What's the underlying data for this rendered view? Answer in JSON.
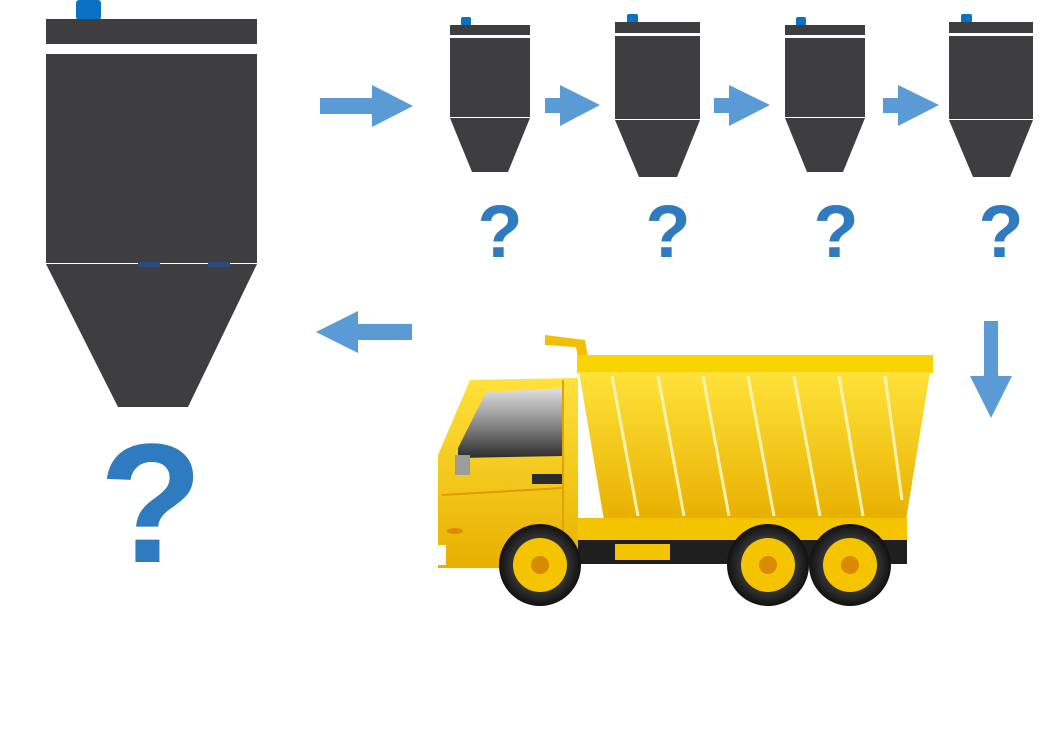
{
  "colors": {
    "silo_body": "#3e3e40",
    "silo_cap": "#0a72c3",
    "arrow": "#5b9bd5",
    "question_mark": "#2f7bbf",
    "truck_yellow": "#f5c400",
    "truck_dark": "#1f1f1f",
    "background": "#ffffff"
  },
  "large_silo": {
    "question_mark": "?"
  },
  "small_silos": [
    {
      "question_mark": "?"
    },
    {
      "question_mark": "?"
    },
    {
      "question_mark": "?"
    },
    {
      "question_mark": "?"
    }
  ],
  "arrows": [
    {
      "direction": "right"
    },
    {
      "direction": "right"
    },
    {
      "direction": "right"
    },
    {
      "direction": "right"
    },
    {
      "direction": "down"
    },
    {
      "direction": "left"
    }
  ],
  "icons": [
    "silo-icon",
    "arrow-right-icon",
    "arrow-down-icon",
    "arrow-left-icon",
    "dump-truck-icon",
    "question-mark-icon"
  ]
}
